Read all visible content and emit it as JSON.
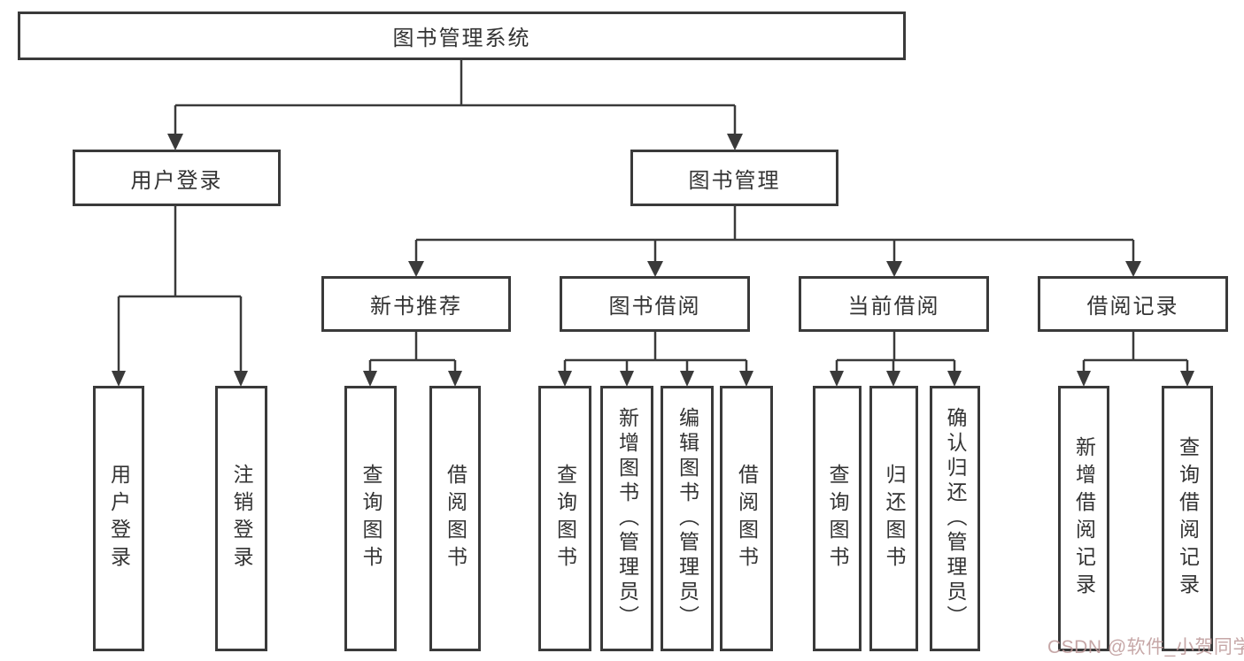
{
  "nodes": {
    "root": "图书管理系统",
    "userLogin": "用户登录",
    "bookManagement": "图书管理",
    "newBookRecommend": "新书推荐",
    "bookBorrow": "图书借阅",
    "currentBorrow": "当前借阅",
    "borrowRecord": "借阅记录",
    "userLoginLeaf": "用户登录",
    "logoutLeaf": "注销登录",
    "nbQueryBooks": "查询图书",
    "nbBorrowBooks": "借阅图书",
    "bbQueryBooks": "查询图书",
    "bbAddBooks": "新增图书（管理员）",
    "bbEditBooks": "编辑图书（管理员）",
    "bbBorrowBooks": "借阅图书",
    "cbQueryBooks": "查询图书",
    "cbReturnBooks": "归还图书",
    "cbConfirmReturn": "确认归还（管理员）",
    "brAddRecord": "新增借阅记录",
    "brQueryRecord": "查询借阅记录"
  },
  "watermark": "CSDN @软件_小贺同学",
  "colors": {
    "line": "#3a3a3a",
    "text": "#333333",
    "watermark": "#bc9898",
    "background": "#ffffff"
  }
}
